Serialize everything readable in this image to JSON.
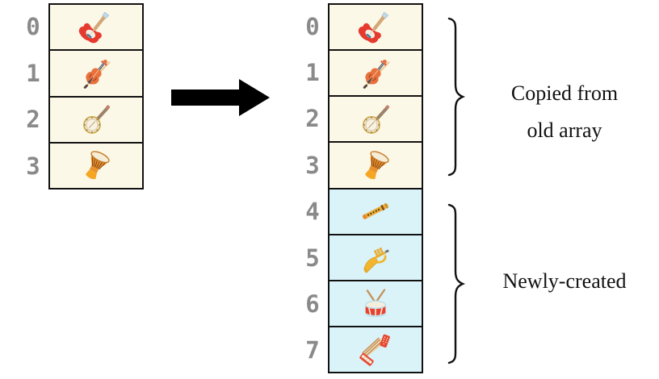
{
  "colors": {
    "old_cell_bg": "#FBF8E7",
    "new_cell_bg": "#D9F3F9",
    "cell_border": "#111111",
    "index_text": "#8A8A8A",
    "arrow": "#000000",
    "label_text": "#111111"
  },
  "old_array": {
    "cells": [
      {
        "index": "0",
        "item": "electric-guitar",
        "emoji": "🎸"
      },
      {
        "index": "1",
        "item": "violin",
        "emoji": "🎻"
      },
      {
        "index": "2",
        "item": "banjo",
        "emoji": "🪕"
      },
      {
        "index": "3",
        "item": "long-drum",
        "emoji": "🪘"
      }
    ]
  },
  "new_array": {
    "cells": [
      {
        "index": "0",
        "item": "electric-guitar",
        "emoji": "🎸",
        "section": "copied-from-old-array"
      },
      {
        "index": "1",
        "item": "violin",
        "emoji": "🎻",
        "section": "copied-from-old-array"
      },
      {
        "index": "2",
        "item": "banjo",
        "emoji": "🪕",
        "section": "copied-from-old-array"
      },
      {
        "index": "3",
        "item": "long-drum",
        "emoji": "🪘",
        "section": "copied-from-old-array"
      },
      {
        "index": "4",
        "item": "flute",
        "emoji": "🪈",
        "section": "newly-created"
      },
      {
        "index": "5",
        "item": "trumpet",
        "emoji": "🎺",
        "section": "newly-created"
      },
      {
        "index": "6",
        "item": "drum",
        "emoji": "🥁",
        "section": "newly-created"
      },
      {
        "index": "7",
        "item": "accordion",
        "emoji": "🪗",
        "section": "newly-created"
      }
    ]
  },
  "annotations": {
    "copied_line1": "Copied from",
    "copied_line2": "old array",
    "newly_created": "Newly-created"
  }
}
